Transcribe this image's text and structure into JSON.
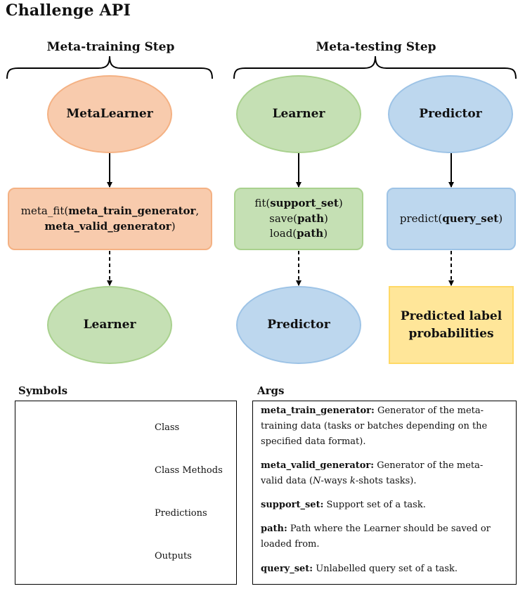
{
  "title": "Challenge API",
  "steps": {
    "meta_training": "Meta-training Step",
    "meta_testing": "Meta-testing Step"
  },
  "nodes": {
    "metalearner": "MetaLearner",
    "learner_top": "Learner",
    "predictor_top": "Predictor",
    "meta_fit": {
      "fn": "meta_fit(",
      "arg1": "meta_train_generator",
      "sep": ",",
      "arg2": "meta_valid_generator",
      "close": ")"
    },
    "fit": {
      "fn": "fit(",
      "arg": "support_set",
      "close": ")"
    },
    "save": {
      "fn": "save(",
      "arg": "path",
      "close": ")"
    },
    "load": {
      "fn": "load(",
      "arg": "path",
      "close": ")"
    },
    "predict": {
      "fn": "predict(",
      "arg": "query_set",
      "close": ")"
    },
    "learner_out": "Learner",
    "predictor_out": "Predictor",
    "predicted_probs_line1": "Predicted label",
    "predicted_probs_line2": "probabilities"
  },
  "symbols": {
    "heading": "Symbols",
    "class": "Class",
    "class_methods": "Class Methods",
    "predictions": "Predictions",
    "outputs": "Outputs"
  },
  "args": {
    "heading": "Args",
    "items": [
      {
        "key": "meta_train_generator:",
        "line1": " Generator of the meta-",
        "line2": "training data (tasks or batches depending on the",
        "line3": "specified data format)."
      },
      {
        "key": "meta_valid_generator:",
        "line1": " Generator of the meta-",
        "line2a": "valid data (",
        "n": "N",
        "line2b": "-ways ",
        "k": "k",
        "line2c": "-shots tasks)."
      },
      {
        "key": "support_set:",
        "line1": " Support set of a task."
      },
      {
        "key": "path:",
        "line1": " Path where the Learner should be saved or",
        "line2": "loaded from."
      },
      {
        "key": "query_set:",
        "line1": " Unlabelled query set of a task."
      }
    ]
  }
}
